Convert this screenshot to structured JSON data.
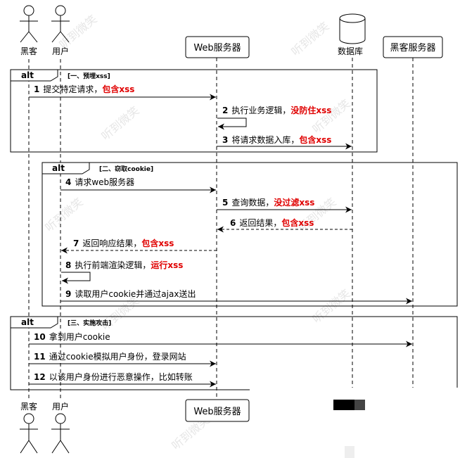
{
  "participants": {
    "hacker": "黑客",
    "user": "用户",
    "web": "Web服务器",
    "db": "数据库",
    "hacker_server": "黑客服务器"
  },
  "watermark": "听到微笑",
  "frames": [
    {
      "tag": "alt",
      "guard": "[一、预埋xss]"
    },
    {
      "tag": "alt",
      "guard": "[二、窃取cookie]"
    },
    {
      "tag": "alt",
      "guard": "[三、实施攻击]"
    }
  ],
  "messages": [
    {
      "num": "1",
      "text": "提交特定请求，",
      "highlight": "包含xss"
    },
    {
      "num": "2",
      "text": "执行业务逻辑，",
      "highlight": "没防住xss"
    },
    {
      "num": "3",
      "text": "将请求数据入库，",
      "highlight": "包含xss"
    },
    {
      "num": "4",
      "text": "请求web服务器",
      "highlight": ""
    },
    {
      "num": "5",
      "text": "查询数据，",
      "highlight": "没过滤xss"
    },
    {
      "num": "6",
      "text": "返回结果，",
      "highlight": "包含xss"
    },
    {
      "num": "7",
      "text": "返回响应结果，",
      "highlight": "包含xss"
    },
    {
      "num": "8",
      "text": "执行前端渲染逻辑，",
      "highlight": "运行xss"
    },
    {
      "num": "9",
      "text": "读取用户cookie并通过ajax送出",
      "highlight": ""
    },
    {
      "num": "10",
      "text": "拿到用户cookie",
      "highlight": ""
    },
    {
      "num": "11",
      "text": "通过cookie模拟用户身份，登录网站",
      "highlight": ""
    },
    {
      "num": "12",
      "text": "以该用户身份进行恶意操作，比如转账",
      "highlight": ""
    }
  ]
}
